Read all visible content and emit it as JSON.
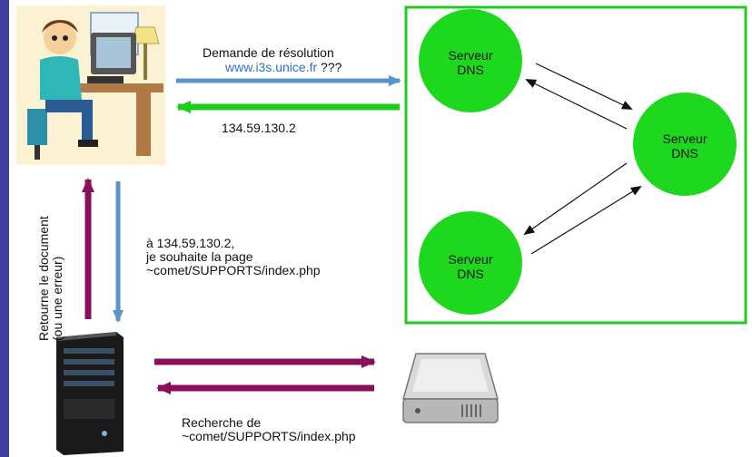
{
  "colors": {
    "accent_blue": "#5b93cc",
    "green": "#1dcc1d",
    "purple": "#8a0f5a",
    "link_blue": "#2b6fd6",
    "side_bar": "#3f3f9f"
  },
  "icons": {
    "user": "person-at-computer-icon",
    "server": "server-tower-icon",
    "disk": "hard-drive-icon"
  },
  "dns_request": {
    "line1": "Demande de résolution",
    "domain": "www.i3s.unice.fr",
    "suffix": " ???"
  },
  "dns_response": "134.59.130.2",
  "dns_servers": [
    {
      "line1": "Serveur",
      "line2": "DNS"
    },
    {
      "line1": "Serveur",
      "line2": "DNS"
    },
    {
      "line1": "Serveur",
      "line2": "DNS"
    }
  ],
  "http_request": {
    "line1": "à 134.59.130.2,",
    "line2": "je souhaite la page",
    "line3": "~comet/SUPPORTS/index.php"
  },
  "http_response": {
    "line1": "Retourne le document",
    "line2": "(ou une erreur)"
  },
  "disk_search": {
    "line1": "Recherche de",
    "line2": "~comet/SUPPORTS/index.php"
  }
}
